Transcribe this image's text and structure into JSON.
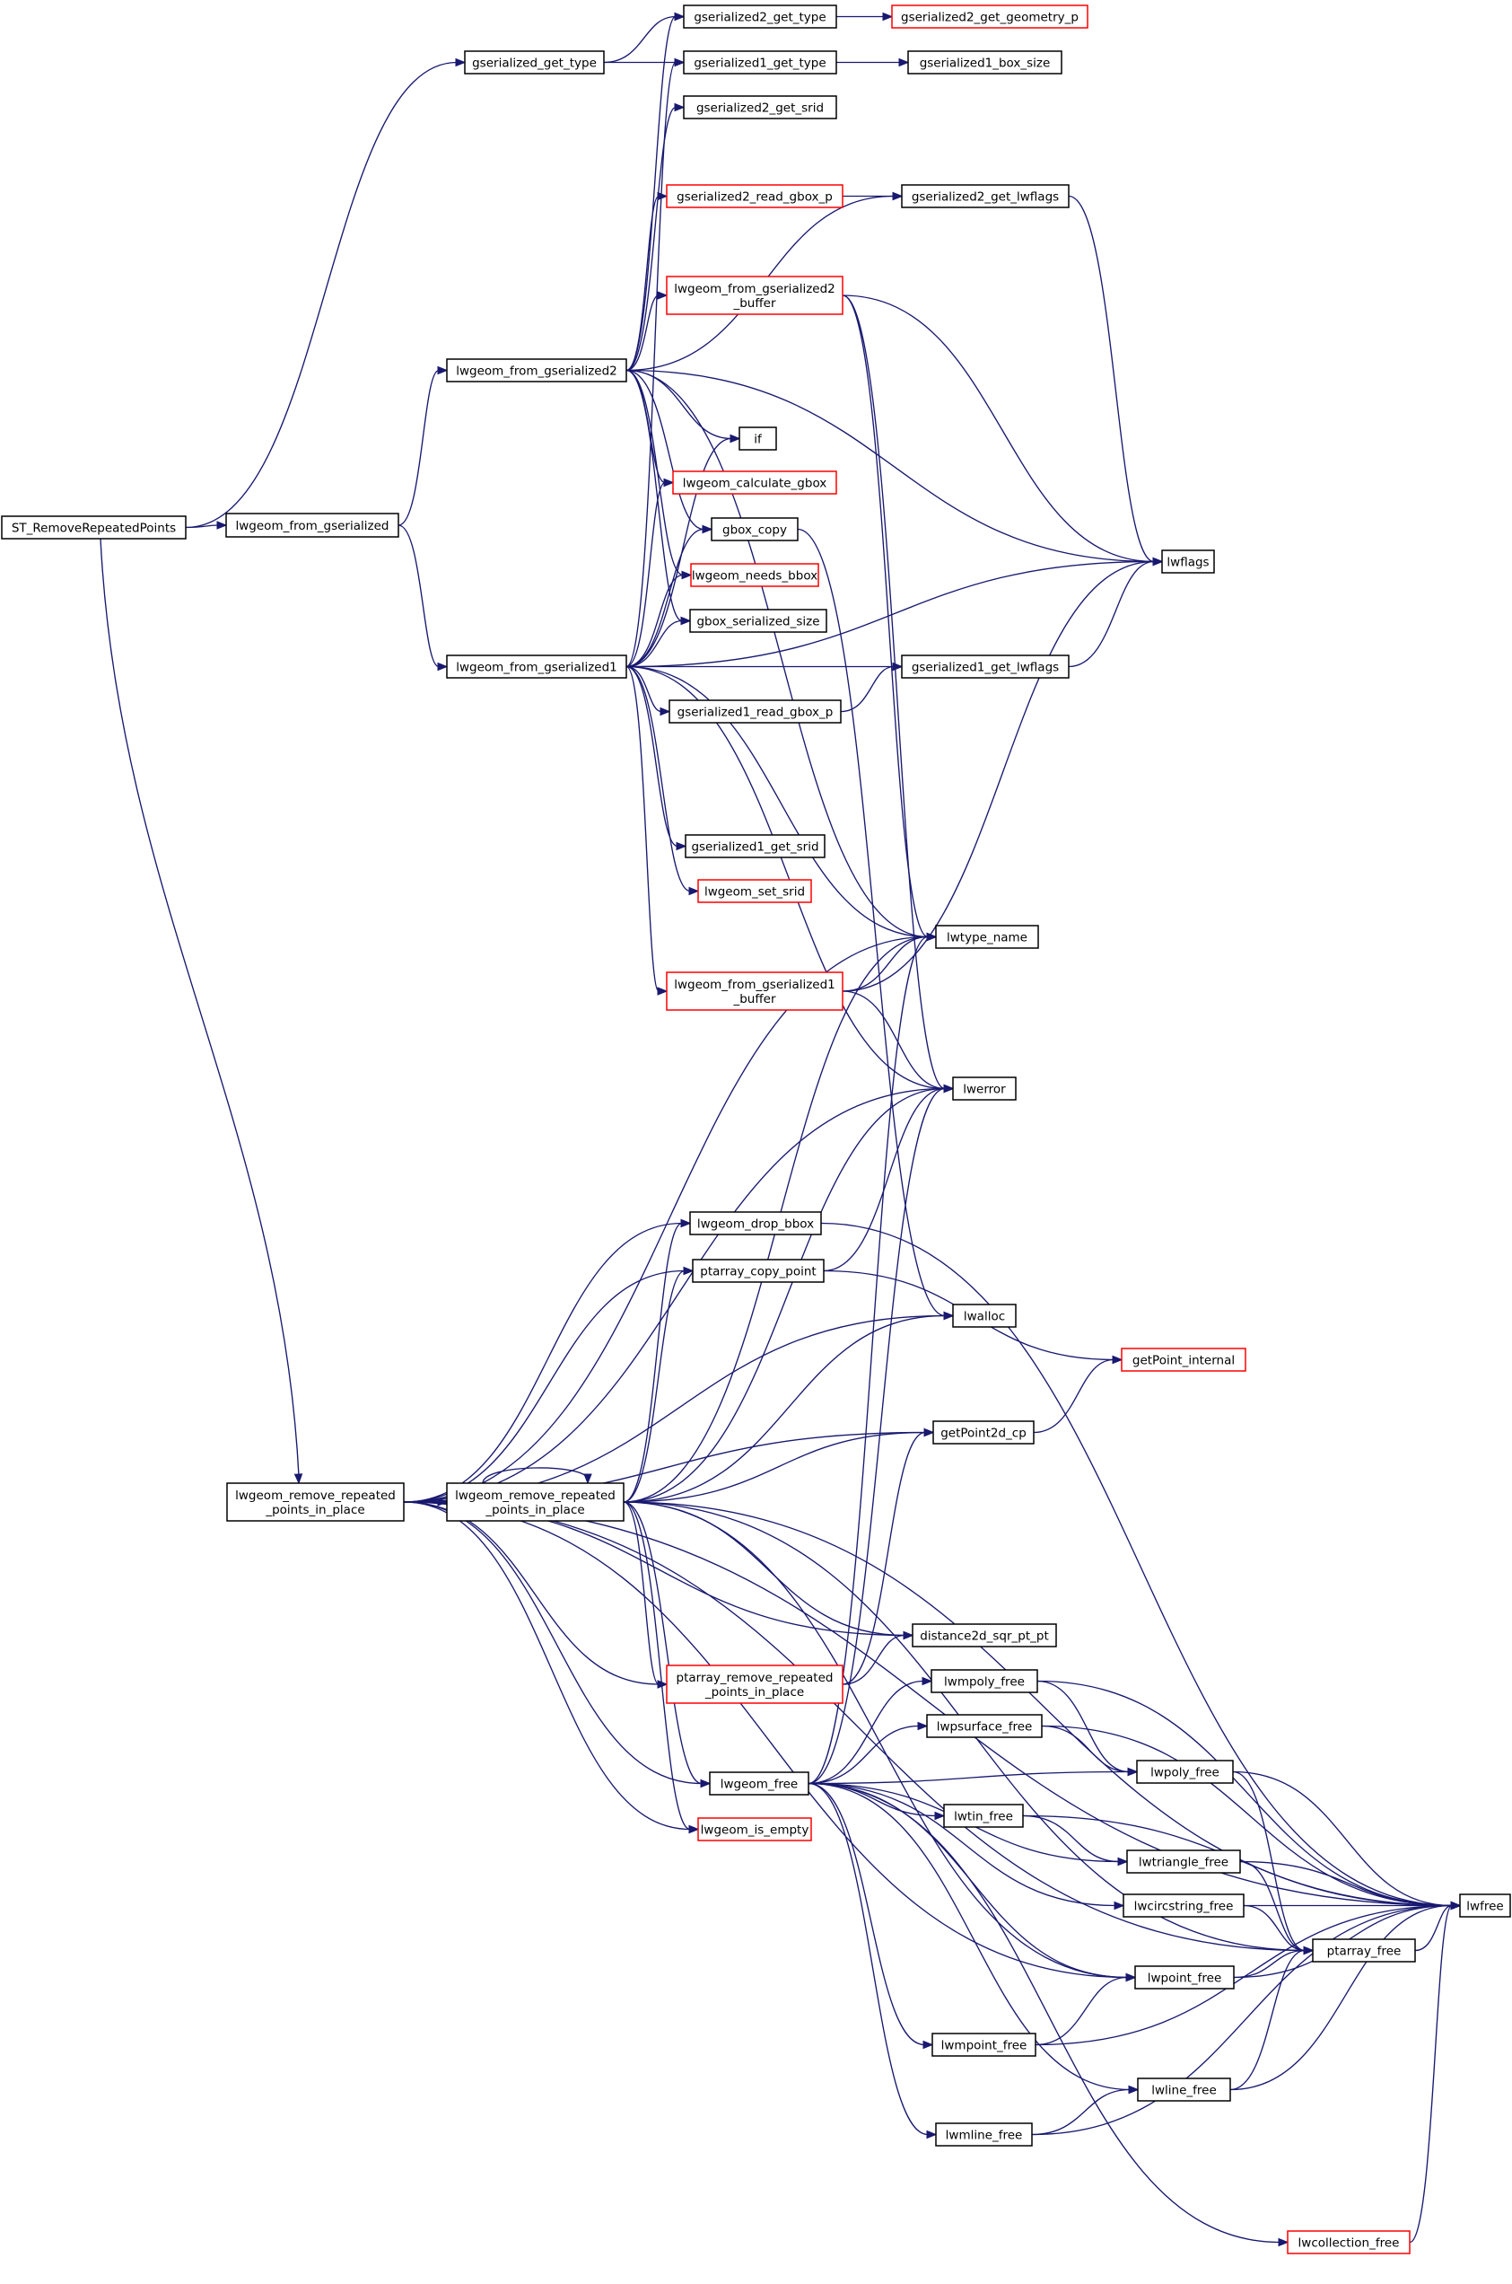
{
  "diagram": {
    "type": "call-graph",
    "colors": {
      "edge": "#191970",
      "node_border": "#000000",
      "node_border_truncated": "#ff0000",
      "root_fill": "#bfbfbf"
    },
    "nodes": [
      {
        "id": "st_remove",
        "lines": [
          "ST_RemoveRepeatedPoints"
        ],
        "style": "root"
      },
      {
        "id": "gser_get_type",
        "lines": [
          "gserialized_get_type"
        ],
        "style": "normal"
      },
      {
        "id": "lwgeom_from_gser",
        "lines": [
          "lwgeom_from_gserialized"
        ],
        "style": "normal"
      },
      {
        "id": "lwgeom_rr1",
        "lines": [
          "lwgeom_remove_repeated",
          "_points_in_place"
        ],
        "style": "normal"
      },
      {
        "id": "gser2_get_type",
        "lines": [
          "gserialized2_get_type"
        ],
        "style": "normal"
      },
      {
        "id": "gser1_get_type",
        "lines": [
          "gserialized1_get_type"
        ],
        "style": "normal"
      },
      {
        "id": "gser2_get_geometry_p",
        "lines": [
          "gserialized2_get_geometry_p"
        ],
        "style": "truncated"
      },
      {
        "id": "gser1_box_size",
        "lines": [
          "gserialized1_box_size"
        ],
        "style": "normal"
      },
      {
        "id": "gser2_get_srid",
        "lines": [
          "gserialized2_get_srid"
        ],
        "style": "normal"
      },
      {
        "id": "gser2_read_gbox_p",
        "lines": [
          "gserialized2_read_gbox_p"
        ],
        "style": "truncated"
      },
      {
        "id": "gser2_get_lwflags",
        "lines": [
          "gserialized2_get_lwflags"
        ],
        "style": "normal"
      },
      {
        "id": "lwgeom_from_gser2_buffer",
        "lines": [
          "lwgeom_from_gserialized2",
          "_buffer"
        ],
        "style": "truncated"
      },
      {
        "id": "lwgeom_from_gser2",
        "lines": [
          "lwgeom_from_gserialized2"
        ],
        "style": "normal"
      },
      {
        "id": "if_node",
        "lines": [
          "if"
        ],
        "style": "normal"
      },
      {
        "id": "lwgeom_calc_gbox",
        "lines": [
          "lwgeom_calculate_gbox"
        ],
        "style": "truncated"
      },
      {
        "id": "gbox_copy",
        "lines": [
          "gbox_copy"
        ],
        "style": "normal"
      },
      {
        "id": "lwflags",
        "lines": [
          "lwflags"
        ],
        "style": "normal"
      },
      {
        "id": "lwgeom_needs_bbox",
        "lines": [
          "lwgeom_needs_bbox"
        ],
        "style": "truncated"
      },
      {
        "id": "gbox_ser_size",
        "lines": [
          "gbox_serialized_size"
        ],
        "style": "normal"
      },
      {
        "id": "lwgeom_from_gser1",
        "lines": [
          "lwgeom_from_gserialized1"
        ],
        "style": "normal"
      },
      {
        "id": "gser1_get_lwflags",
        "lines": [
          "gserialized1_get_lwflags"
        ],
        "style": "normal"
      },
      {
        "id": "gser1_read_gbox_p",
        "lines": [
          "gserialized1_read_gbox_p"
        ],
        "style": "normal"
      },
      {
        "id": "gser1_get_srid",
        "lines": [
          "gserialized1_get_srid"
        ],
        "style": "normal"
      },
      {
        "id": "lwgeom_set_srid",
        "lines": [
          "lwgeom_set_srid"
        ],
        "style": "truncated"
      },
      {
        "id": "lwtype_name",
        "lines": [
          "lwtype_name"
        ],
        "style": "normal"
      },
      {
        "id": "lwgeom_from_gser1_buffer",
        "lines": [
          "lwgeom_from_gserialized1",
          "_buffer"
        ],
        "style": "truncated"
      },
      {
        "id": "lwerror",
        "lines": [
          "lwerror"
        ],
        "style": "normal"
      },
      {
        "id": "lwgeom_drop_bbox",
        "lines": [
          "lwgeom_drop_bbox"
        ],
        "style": "normal"
      },
      {
        "id": "ptarray_copy_point",
        "lines": [
          "ptarray_copy_point"
        ],
        "style": "normal"
      },
      {
        "id": "lwalloc",
        "lines": [
          "lwalloc"
        ],
        "style": "normal"
      },
      {
        "id": "getPoint_internal",
        "lines": [
          "getPoint_internal"
        ],
        "style": "truncated"
      },
      {
        "id": "getPoint2d_cp",
        "lines": [
          "getPoint2d_cp"
        ],
        "style": "normal"
      },
      {
        "id": "lwgeom_rr2",
        "lines": [
          "lwgeom_remove_repeated",
          "_points_in_place"
        ],
        "style": "normal"
      },
      {
        "id": "distance2d",
        "lines": [
          "distance2d_sqr_pt_pt"
        ],
        "style": "normal"
      },
      {
        "id": "ptarray_rr",
        "lines": [
          "ptarray_remove_repeated",
          "_points_in_place"
        ],
        "style": "truncated"
      },
      {
        "id": "lwmpoly_free",
        "lines": [
          "lwmpoly_free"
        ],
        "style": "normal"
      },
      {
        "id": "lwpsurface_free",
        "lines": [
          "lwpsurface_free"
        ],
        "style": "normal"
      },
      {
        "id": "lwpoly_free",
        "lines": [
          "lwpoly_free"
        ],
        "style": "normal"
      },
      {
        "id": "lwgeom_free",
        "lines": [
          "lwgeom_free"
        ],
        "style": "normal"
      },
      {
        "id": "lwtin_free",
        "lines": [
          "lwtin_free"
        ],
        "style": "normal"
      },
      {
        "id": "lwgeom_is_empty",
        "lines": [
          "lwgeom_is_empty"
        ],
        "style": "truncated"
      },
      {
        "id": "lwtriangle_free",
        "lines": [
          "lwtriangle_free"
        ],
        "style": "normal"
      },
      {
        "id": "lwfree",
        "lines": [
          "lwfree"
        ],
        "style": "normal"
      },
      {
        "id": "lwcircstring_free",
        "lines": [
          "lwcircstring_free"
        ],
        "style": "normal"
      },
      {
        "id": "ptarray_free",
        "lines": [
          "ptarray_free"
        ],
        "style": "normal"
      },
      {
        "id": "lwpoint_free",
        "lines": [
          "lwpoint_free"
        ],
        "style": "normal"
      },
      {
        "id": "lwmpoint_free",
        "lines": [
          "lwmpoint_free"
        ],
        "style": "normal"
      },
      {
        "id": "lwline_free",
        "lines": [
          "lwline_free"
        ],
        "style": "normal"
      },
      {
        "id": "lwmline_free",
        "lines": [
          "lwmline_free"
        ],
        "style": "normal"
      },
      {
        "id": "lwcollection_free",
        "lines": [
          "lwcollection_free"
        ],
        "style": "truncated"
      }
    ],
    "edges": [
      [
        "st_remove",
        "gser_get_type"
      ],
      [
        "st_remove",
        "lwgeom_from_gser"
      ],
      [
        "st_remove",
        "lwgeom_rr1"
      ],
      [
        "gser_get_type",
        "gser2_get_type"
      ],
      [
        "gser_get_type",
        "gser1_get_type"
      ],
      [
        "gser2_get_type",
        "gser2_get_geometry_p"
      ],
      [
        "gser1_get_type",
        "gser1_box_size"
      ],
      [
        "lwgeom_from_gser",
        "lwgeom_from_gser2"
      ],
      [
        "lwgeom_from_gser",
        "lwgeom_from_gser1"
      ],
      [
        "lwgeom_from_gser2",
        "gser2_get_type"
      ],
      [
        "lwgeom_from_gser2",
        "gser2_get_srid"
      ],
      [
        "lwgeom_from_gser2",
        "gser2_read_gbox_p"
      ],
      [
        "lwgeom_from_gser2",
        "gser2_get_lwflags"
      ],
      [
        "lwgeom_from_gser2",
        "lwgeom_from_gser2_buffer"
      ],
      [
        "lwgeom_from_gser2",
        "lwflags"
      ],
      [
        "lwgeom_from_gser2",
        "if_node"
      ],
      [
        "lwgeom_from_gser2",
        "lwgeom_calc_gbox"
      ],
      [
        "lwgeom_from_gser2",
        "gbox_copy"
      ],
      [
        "lwgeom_from_gser2",
        "lwgeom_needs_bbox"
      ],
      [
        "lwgeom_from_gser2",
        "gbox_ser_size"
      ],
      [
        "lwgeom_from_gser2",
        "lwtype_name"
      ],
      [
        "gser2_read_gbox_p",
        "gser2_get_lwflags"
      ],
      [
        "gser2_get_lwflags",
        "lwflags"
      ],
      [
        "lwgeom_from_gser2_buffer",
        "lwflags"
      ],
      [
        "lwgeom_from_gser2_buffer",
        "lwtype_name"
      ],
      [
        "lwgeom_from_gser2_buffer",
        "lwerror"
      ],
      [
        "gbox_copy",
        "lwalloc"
      ],
      [
        "lwgeom_from_gser1",
        "gser1_get_type"
      ],
      [
        "lwgeom_from_gser1",
        "if_node"
      ],
      [
        "lwgeom_from_gser1",
        "lwgeom_calc_gbox"
      ],
      [
        "lwgeom_from_gser1",
        "gbox_copy"
      ],
      [
        "lwgeom_from_gser1",
        "lwgeom_needs_bbox"
      ],
      [
        "lwgeom_from_gser1",
        "gbox_ser_size"
      ],
      [
        "lwgeom_from_gser1",
        "gser1_get_lwflags"
      ],
      [
        "lwgeom_from_gser1",
        "gser1_read_gbox_p"
      ],
      [
        "lwgeom_from_gser1",
        "lwflags"
      ],
      [
        "lwgeom_from_gser1",
        "gser1_get_srid"
      ],
      [
        "lwgeom_from_gser1",
        "lwgeom_set_srid"
      ],
      [
        "lwgeom_from_gser1",
        "lwtype_name"
      ],
      [
        "lwgeom_from_gser1",
        "lwgeom_from_gser1_buffer"
      ],
      [
        "lwgeom_from_gser1",
        "lwerror"
      ],
      [
        "gser1_read_gbox_p",
        "gser1_get_lwflags"
      ],
      [
        "gser1_get_lwflags",
        "lwflags"
      ],
      [
        "lwgeom_from_gser1_buffer",
        "lwtype_name"
      ],
      [
        "lwgeom_from_gser1_buffer",
        "lwflags"
      ],
      [
        "lwgeom_from_gser1_buffer",
        "lwerror"
      ],
      [
        "lwgeom_rr1",
        "lwtype_name"
      ],
      [
        "lwgeom_rr1",
        "lwerror"
      ],
      [
        "lwgeom_rr1",
        "lwgeom_drop_bbox"
      ],
      [
        "lwgeom_rr1",
        "ptarray_copy_point"
      ],
      [
        "lwgeom_rr1",
        "lwalloc"
      ],
      [
        "lwgeom_rr1",
        "getPoint2d_cp"
      ],
      [
        "lwgeom_rr1",
        "lwgeom_rr2"
      ],
      [
        "lwgeom_rr1",
        "ptarray_rr"
      ],
      [
        "lwgeom_rr1",
        "distance2d"
      ],
      [
        "lwgeom_rr1",
        "lwgeom_free"
      ],
      [
        "lwgeom_rr1",
        "lwgeom_is_empty"
      ],
      [
        "lwgeom_rr1",
        "lwpoint_free"
      ],
      [
        "lwgeom_rr1",
        "ptarray_free"
      ],
      [
        "lwgeom_rr1",
        "lwfree"
      ],
      [
        "lwgeom_rr2",
        "lwgeom_rr2"
      ],
      [
        "lwgeom_rr2",
        "lwtype_name"
      ],
      [
        "lwgeom_rr2",
        "lwerror"
      ],
      [
        "lwgeom_rr2",
        "lwgeom_drop_bbox"
      ],
      [
        "lwgeom_rr2",
        "ptarray_copy_point"
      ],
      [
        "lwgeom_rr2",
        "lwalloc"
      ],
      [
        "lwgeom_rr2",
        "getPoint2d_cp"
      ],
      [
        "lwgeom_rr2",
        "lwfree"
      ],
      [
        "lwgeom_rr2",
        "ptarray_free"
      ],
      [
        "lwgeom_rr2",
        "distance2d"
      ],
      [
        "lwgeom_rr2",
        "ptarray_rr"
      ],
      [
        "lwgeom_rr2",
        "lwgeom_free"
      ],
      [
        "lwgeom_rr2",
        "lwgeom_is_empty"
      ],
      [
        "lwgeom_rr2",
        "lwpoint_free"
      ],
      [
        "lwgeom_drop_bbox",
        "lwfree"
      ],
      [
        "ptarray_copy_point",
        "lwerror"
      ],
      [
        "ptarray_copy_point",
        "getPoint_internal"
      ],
      [
        "getPoint2d_cp",
        "getPoint_internal"
      ],
      [
        "ptarray_rr",
        "getPoint2d_cp"
      ],
      [
        "ptarray_rr",
        "distance2d"
      ],
      [
        "lwgeom_free",
        "lwtype_name"
      ],
      [
        "lwgeom_free",
        "lwerror"
      ],
      [
        "lwgeom_free",
        "lwmpoly_free"
      ],
      [
        "lwgeom_free",
        "lwpsurface_free"
      ],
      [
        "lwgeom_free",
        "lwpoly_free"
      ],
      [
        "lwgeom_free",
        "lwtin_free"
      ],
      [
        "lwgeom_free",
        "lwtriangle_free"
      ],
      [
        "lwgeom_free",
        "lwcircstring_free"
      ],
      [
        "lwgeom_free",
        "lwpoint_free"
      ],
      [
        "lwgeom_free",
        "lwmpoint_free"
      ],
      [
        "lwgeom_free",
        "lwline_free"
      ],
      [
        "lwgeom_free",
        "lwmline_free"
      ],
      [
        "lwgeom_free",
        "lwcollection_free"
      ],
      [
        "lwmpoly_free",
        "lwpoly_free"
      ],
      [
        "lwmpoly_free",
        "lwfree"
      ],
      [
        "lwpsurface_free",
        "lwpoly_free"
      ],
      [
        "lwpsurface_free",
        "lwfree"
      ],
      [
        "lwpoly_free",
        "ptarray_free"
      ],
      [
        "lwpoly_free",
        "lwfree"
      ],
      [
        "lwtin_free",
        "lwtriangle_free"
      ],
      [
        "lwtin_free",
        "lwfree"
      ],
      [
        "lwtriangle_free",
        "ptarray_free"
      ],
      [
        "lwtriangle_free",
        "lwfree"
      ],
      [
        "lwcircstring_free",
        "ptarray_free"
      ],
      [
        "lwcircstring_free",
        "lwfree"
      ],
      [
        "ptarray_free",
        "lwfree"
      ],
      [
        "lwpoint_free",
        "ptarray_free"
      ],
      [
        "lwpoint_free",
        "lwfree"
      ],
      [
        "lwmpoint_free",
        "lwpoint_free"
      ],
      [
        "lwmpoint_free",
        "lwfree"
      ],
      [
        "lwline_free",
        "ptarray_free"
      ],
      [
        "lwline_free",
        "lwfree"
      ],
      [
        "lwmline_free",
        "lwline_free"
      ],
      [
        "lwmline_free",
        "lwfree"
      ],
      [
        "lwcollection_free",
        "lwfree"
      ]
    ]
  }
}
